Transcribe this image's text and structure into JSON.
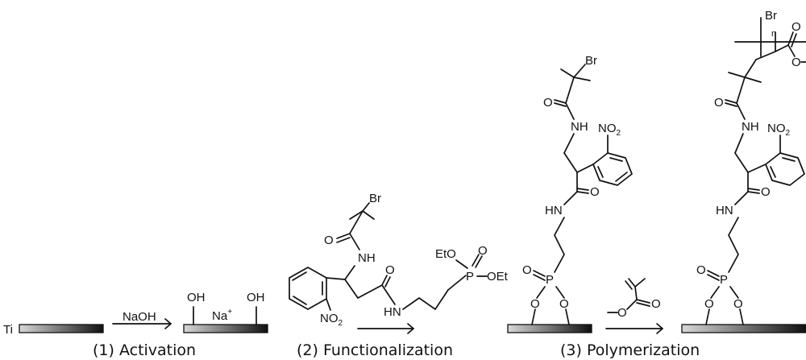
{
  "steps": {
    "activation": "(1) Activation",
    "functionalization": "(2) Functionalization",
    "polymerization": "(3) Polymerization"
  },
  "reagents": {
    "base": "NaOH"
  },
  "atoms": {
    "ti": "Ti",
    "oh": "OH",
    "na": "Na",
    "plus": "+",
    "br": "Br",
    "o": "O",
    "nh": "NH",
    "hn": "HN",
    "no": "NO",
    "two": "2",
    "eto": "EtO",
    "oet": "OEt",
    "p": "P",
    "n_repeat": "n"
  }
}
